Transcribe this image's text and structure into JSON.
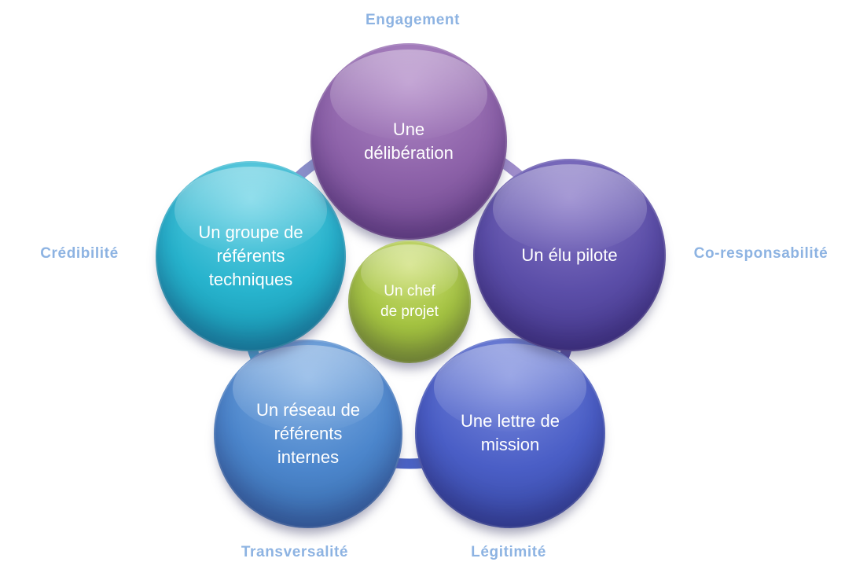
{
  "diagram": {
    "title_hidden": "",
    "center": {
      "label": "Un chef de projet",
      "color": "#a4c341"
    },
    "nodes": [
      {
        "id": "deliberation",
        "label": "Une délibération",
        "caption": "Engagement",
        "color": "#8d62a9"
      },
      {
        "id": "elu-pilote",
        "label": "Un élu pilote",
        "caption": "Co-responsabilité",
        "color": "#5b4ea8"
      },
      {
        "id": "lettre-mission",
        "label": "Une lettre de mission",
        "caption": "Légitimité",
        "color": "#4a5ec6"
      },
      {
        "id": "reseau-referents",
        "label": "Un réseau de référents internes",
        "caption": "Transversalité",
        "color": "#4c86cc"
      },
      {
        "id": "groupe-referents",
        "label": "Un groupe de référents techniques",
        "caption": "Crédibilité",
        "color": "#27b3cd"
      }
    ],
    "caption_color": "#8db3e2",
    "ring_color": "#8a8ec9",
    "background_color": "#ffffff"
  }
}
